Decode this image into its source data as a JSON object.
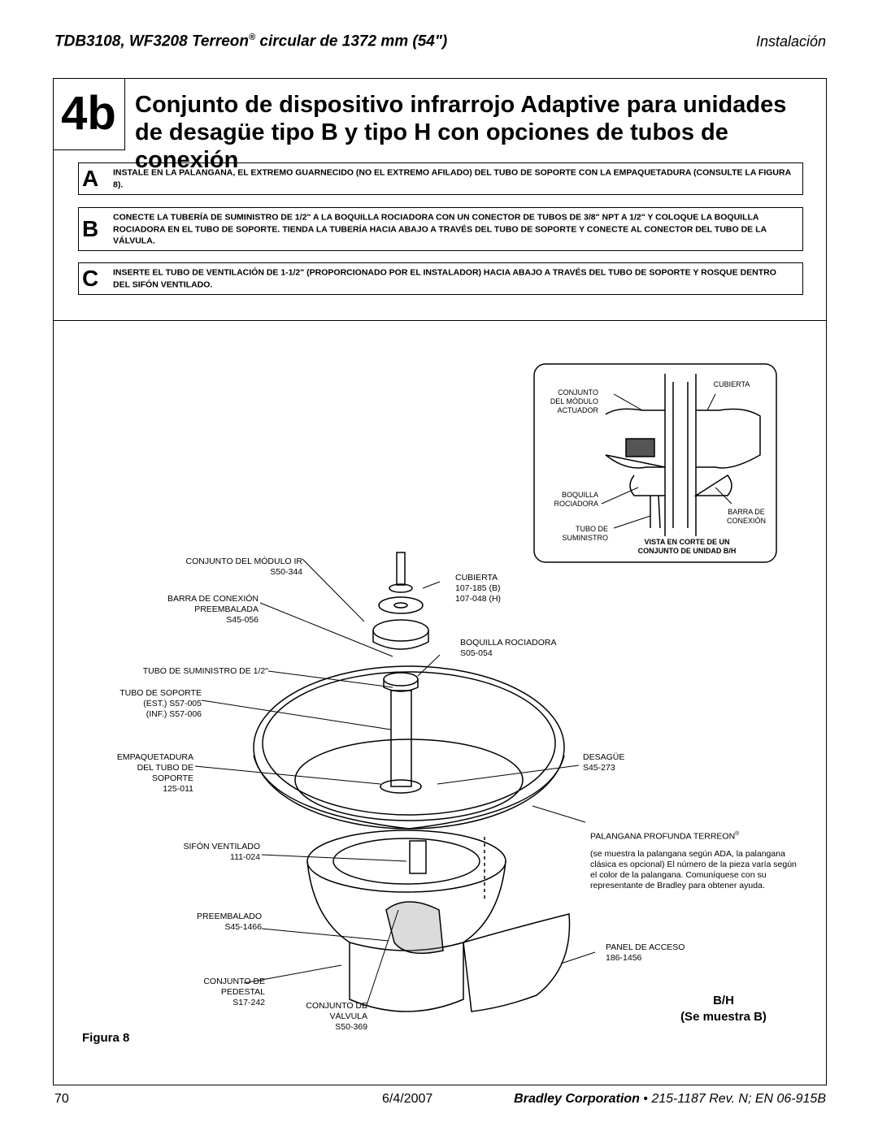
{
  "header": {
    "title": "TDB3108, WF3208 Terreon",
    "title_mark": "®",
    "title_suffix": " circular de 1372 mm (54\")",
    "section": "Instalación"
  },
  "step": {
    "number": "4b",
    "title": "Conjunto de dispositivo infrarrojo Adaptive para unidades de desagüe tipo B y tipo H con opciones de tubos de conexión"
  },
  "instructions": [
    {
      "letter": "A",
      "text": "INSTALE EN LA PALANGANA, EL EXTREMO GUARNECIDO (NO EL EXTREMO AFILADO) DEL TUBO DE SOPORTE CON LA EMPAQUETADURA (CONSULTE LA FIGURA 8)."
    },
    {
      "letter": "B",
      "text": "CONECTE LA TUBERÍA DE SUMINISTRO DE 1/2\" A LA BOQUILLA ROCIADORA CON UN CONECTOR DE TUBOS DE 3/8\" NPT A 1/2\" Y COLOQUE LA BOQUILLA ROCIADORA EN EL TUBO DE SOPORTE. TIENDA LA TUBERÍA HACIA ABAJO A TRAVÉS DEL TUBO DE SOPORTE Y CONECTE AL CONECTOR DEL TUBO DE LA VÁLVULA."
    },
    {
      "letter": "C",
      "text": "INSERTE EL TUBO DE VENTILACIÓN DE 1-1/2\" (PROPORCIONADO POR EL INSTALADOR) HACIA ABAJO A TRAVÉS DEL TUBO DE SOPORTE Y ROSQUE DENTRO DEL SIFÓN VENTILADO."
    }
  ],
  "inset": {
    "cubierta": "CUBIERTA",
    "conjunto": "CONJUNTO\nDEL MÓDULO\nACTUADOR",
    "boquilla": "BOQUILLA\nROCIADORA",
    "barra": "BARRA DE\nCONEXIÓN",
    "tubo": "TUBO DE\nSUMINISTRO",
    "caption": "VISTA EN CORTE DE UN\nCONJUNTO DE UNIDAD B/H"
  },
  "labels": {
    "modulo_ir": "CONJUNTO DEL MÓDULO IR\nS50-344",
    "barra": "BARRA DE CONEXIÓN\nPREEMBALADA\nS45-056",
    "tubo_sum": "TUBO DE SUMINISTRO DE 1/2\"",
    "tubo_soporte": "TUBO DE SOPORTE\n(EST.) S57-005\n(INF.) S57-006",
    "empaquetadura": "EMPAQUETADURA\nDEL TUBO DE\nSOPORTE\n125-011",
    "sifon": "SIFÓN VENTILADO\n111-024",
    "preembalado": "PREEMBALADO\nS45-1466",
    "pedestal": "CONJUNTO DE\nPEDESTAL\nS17-242",
    "valvula": "CONJUNTO DE\nVÁLVULA\nS50-369",
    "cubierta": "CUBIERTA\n107-185 (B)\n107-048 (H)",
    "boquilla": "BOQUILLA ROCIADORA\nS05-054",
    "desague": "DESAGÜE\nS45-273",
    "palangana": "PALANGANA PROFUNDA TERREON",
    "palangana_mark": "®",
    "palangana_note": "(se muestra la palangana según ADA, la palangana clásica es opcional) El número de la pieza varía según el color de la palangana. Comuníquese con su representante de Bradley para obtener ayuda.",
    "panel": "PANEL DE ACCESO\n186-1456"
  },
  "figure": {
    "label": "Figura 8",
    "variant": "B/H",
    "shown": "(Se muestra B)"
  },
  "footer": {
    "page": "70",
    "date": "6/4/2007",
    "company": "Bradley Corporation",
    "doc": " • 215-1187 Rev. N; EN 06-915B"
  }
}
